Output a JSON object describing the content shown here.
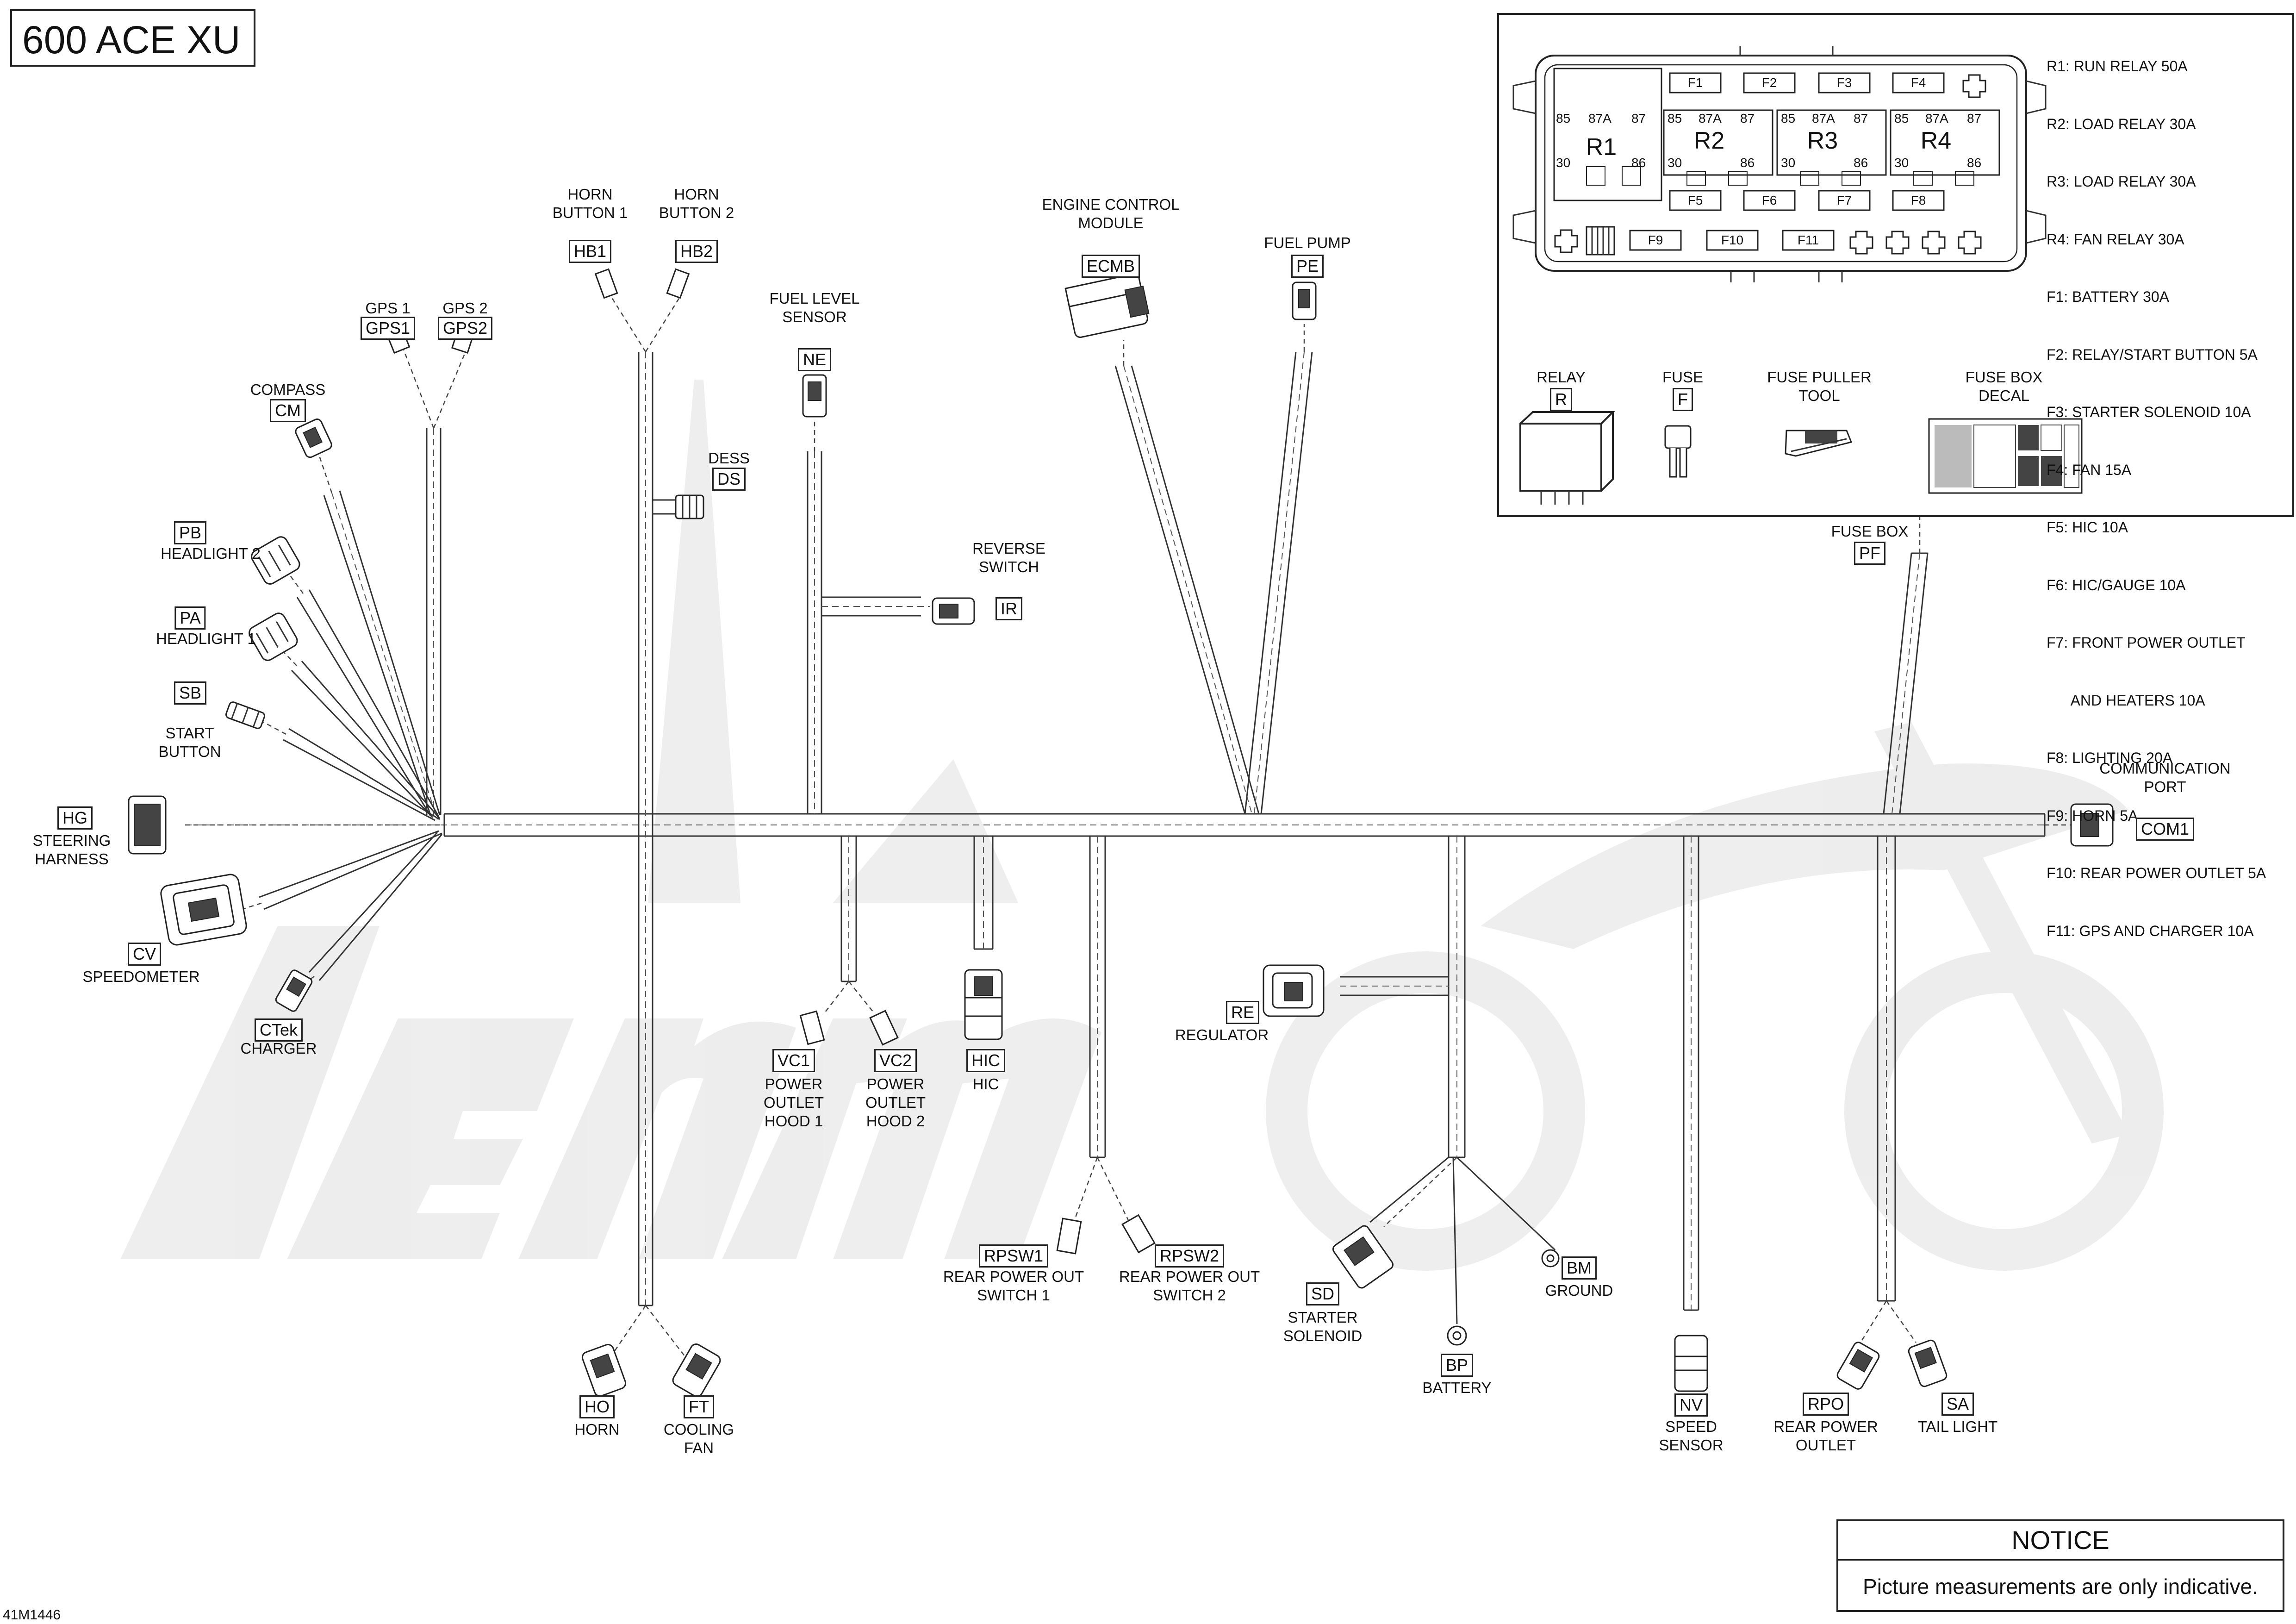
{
  "title": "600 ACE XU",
  "figure_id": "41M1446",
  "notice": {
    "heading": "NOTICE",
    "text": "Picture measurements are only indicative."
  },
  "legend": [
    "R1: RUN RELAY 50A",
    "R2: LOAD RELAY 30A",
    "R3: LOAD RELAY 30A",
    "R4: FAN RELAY 30A",
    "F1: BATTERY 30A",
    "F2: RELAY/START BUTTON 5A",
    "F3: STARTER SOLENOID 10A",
    "F4: FAN 15A",
    "F5: HIC 10A",
    "F6: HIC/GAUGE 10A",
    "F7: FRONT POWER OUTLET",
    "      AND HEATERS 10A",
    "F8: LIGHTING 20A",
    "F9: HORN 5A",
    "F10: REAR POWER OUTLET 5A",
    "F11: GPS AND CHARGER 10A"
  ],
  "fusebox": {
    "fuses_top": [
      "F1",
      "F2",
      "F3",
      "F4"
    ],
    "fuses_mid": [
      "F5",
      "F6",
      "F7",
      "F8"
    ],
    "fuses_bot": [
      "F9",
      "F10",
      "F11"
    ],
    "relays": [
      {
        "name": "R1",
        "p85": "85",
        "p87a": "87A",
        "p87": "87",
        "p30": "30",
        "p86": "86"
      },
      {
        "name": "R2",
        "p85": "85",
        "p87a": "87A",
        "p87": "87",
        "p30": "30",
        "p86": "86"
      },
      {
        "name": "R3",
        "p85": "85",
        "p87a": "87A",
        "p87": "87",
        "p30": "30",
        "p86": "86"
      },
      {
        "name": "R4",
        "p85": "85",
        "p87a": "87A",
        "p87": "87",
        "p30": "30",
        "p86": "86"
      }
    ]
  },
  "key_items": [
    {
      "label": "RELAY",
      "code": "R"
    },
    {
      "label": "FUSE",
      "code": "F"
    },
    {
      "label": "FUSE PULLER\nTOOL",
      "code": ""
    },
    {
      "label": "FUSE BOX\nDECAL",
      "code": ""
    }
  ],
  "connectors": {
    "HB1": {
      "code": "HB1",
      "label": "HORN\nBUTTON 1"
    },
    "HB2": {
      "code": "HB2",
      "label": "HORN\nBUTTON 2"
    },
    "GPS1": {
      "code": "GPS1",
      "label": "GPS 1"
    },
    "GPS2": {
      "code": "GPS2",
      "label": "GPS 2"
    },
    "CM": {
      "code": "CM",
      "label": "COMPASS"
    },
    "PB": {
      "code": "PB",
      "label": "HEADLIGHT 2"
    },
    "PA": {
      "code": "PA",
      "label": "HEADLIGHT 1"
    },
    "SB": {
      "code": "SB",
      "label": "START\nBUTTON"
    },
    "HG": {
      "code": "HG",
      "label": "STEERING\nHARNESS"
    },
    "CV": {
      "code": "CV",
      "label": "SPEEDOMETER"
    },
    "CTek": {
      "code": "CTek",
      "label": "CHARGER"
    },
    "ECMB": {
      "code": "ECMB",
      "label": "ENGINE CONTROL\nMODULE"
    },
    "PE": {
      "code": "PE",
      "label": "FUEL PUMP"
    },
    "NE": {
      "code": "NE",
      "label": "FUEL LEVEL\nSENSOR"
    },
    "DS": {
      "code": "DS",
      "label": "DESS"
    },
    "IR": {
      "code": "IR",
      "label": "REVERSE\nSWITCH"
    },
    "PF": {
      "code": "PF",
      "label": "FUSE BOX"
    },
    "COM1": {
      "code": "COM1",
      "label": "COMMUNICATION\nPORT"
    },
    "VC1": {
      "code": "VC1",
      "label": "POWER\nOUTLET\nHOOD 1"
    },
    "VC2": {
      "code": "VC2",
      "label": "POWER\nOUTLET\nHOOD 2"
    },
    "HIC": {
      "code": "HIC",
      "label": "HIC"
    },
    "RE": {
      "code": "RE",
      "label": "REGULATOR"
    },
    "RPSW1": {
      "code": "RPSW1",
      "label": "REAR POWER OUT\nSWITCH 1"
    },
    "RPSW2": {
      "code": "RPSW2",
      "label": "REAR POWER OUT\nSWITCH 2"
    },
    "SD": {
      "code": "SD",
      "label": "STARTER\nSOLENOID"
    },
    "BM": {
      "code": "BM",
      "label": "GROUND"
    },
    "BP": {
      "code": "BP",
      "label": "BATTERY"
    },
    "NV": {
      "code": "NV",
      "label": "SPEED\nSENSOR"
    },
    "RPO": {
      "code": "RPO",
      "label": "REAR POWER\nOUTLET"
    },
    "SA": {
      "code": "SA",
      "label": "TAIL LIGHT"
    },
    "HO": {
      "code": "HO",
      "label": "HORN"
    },
    "FT": {
      "code": "FT",
      "label": "COOLING\nFAN"
    }
  }
}
